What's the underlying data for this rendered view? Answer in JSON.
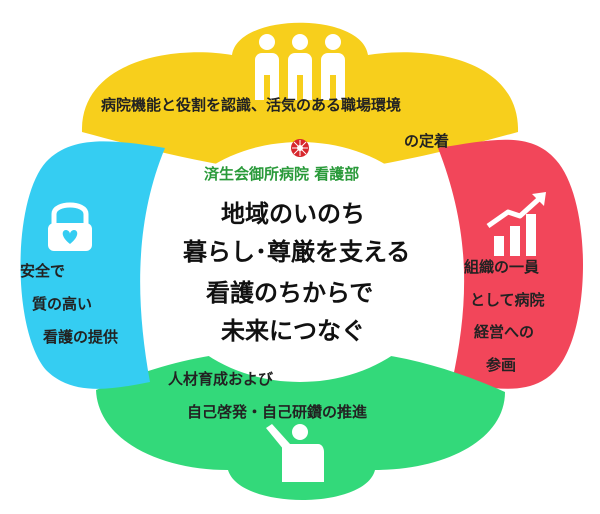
{
  "colors": {
    "top": "#f7cf1c",
    "right": "#f2465a",
    "bottom": "#33d97a",
    "left": "#35cdf2",
    "center": "#ffffff",
    "dept_label": "#2a9a3a",
    "emblem": "#d8262d"
  },
  "icons": {
    "top": "people-group-icon",
    "right": "rising-bar-chart-icon",
    "bottom": "person-raising-hand-icon",
    "left": "padlock-heart-icon",
    "center": "saiseikai-emblem-icon"
  },
  "center": {
    "department": "済生会御所病院 看護部",
    "line1": "地域のいのち",
    "line2": "暮らし･尊厳を支える",
    "line3": "看護のちからで",
    "line4": "未来につなぐ"
  },
  "top": {
    "line1": "病院機能と役割を認識、活気のある職場環境",
    "line2": "の定着"
  },
  "right": {
    "line1": "組織の一員",
    "line2": "として病院",
    "line3": "経営への",
    "line4": "参画"
  },
  "bottom": {
    "line1": "人材育成および",
    "line2": "自己啓発・自己研鑽の推進"
  },
  "left": {
    "line1": "安全で",
    "line2": "質の高い",
    "line3": "看護の提供"
  }
}
